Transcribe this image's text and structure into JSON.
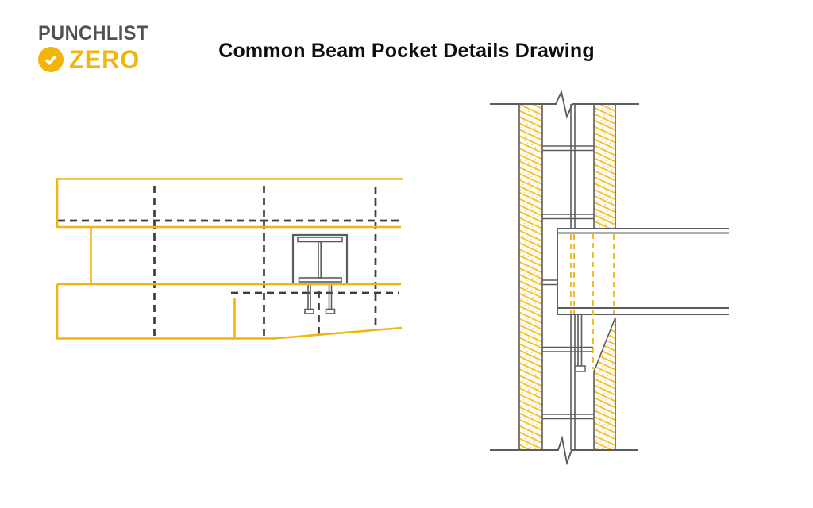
{
  "title": "Common Beam Pocket Details Drawing",
  "logo": {
    "line1": "PUNCHLIST",
    "line2": "ZERO",
    "checkmark_icon": "check-circle"
  },
  "colors": {
    "brand_yellow": "#F2B50D",
    "hatch_yellow": "#F5C333",
    "gray_line": "#5A5C60",
    "dark_line": "#3C3D3F",
    "logo_gray": "#4E5256",
    "title_color": "#0E0E0F",
    "page_bg": "#FFFFFF"
  }
}
